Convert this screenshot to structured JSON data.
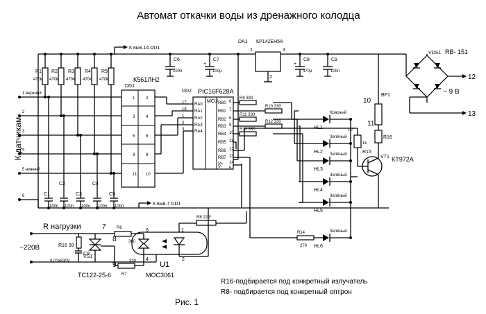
{
  "title": "Автомат откачки воды из дренажного колодца",
  "figure_caption": "Рис. 1",
  "notes": [
    "R16-подбирается под конкретный излучатель",
    "R8- подбирается под конкретный оптрон"
  ],
  "side_label": "К датчикам",
  "load_label": "R нагрузки",
  "mains_label": "~220В",
  "inputs": [
    "1 верхний",
    "2",
    "3",
    "4",
    "5 нижний",
    "6"
  ],
  "ics": {
    "dd1": "DD1",
    "dd1_type": "К561ЛН2",
    "dd2": "DD2",
    "dd2_type": "PIC16F628A",
    "mcu": "MCU",
    "da1": "DA1",
    "da1_type": "КР142ЕН5А",
    "vds1": "VDS1",
    "vds1_type": "RB- 151",
    "u1": "U1",
    "u1_type": "МОС3061",
    "vt1": "VT1",
    "vt1_type": "КТ972А",
    "vs1": "VS1",
    "vs1_type": "ТС122-25-6",
    "bf1": "BF1"
  },
  "bus_labels": {
    "top": "К выв.14 DD1",
    "bottom": "К выв.7 DD1"
  },
  "resistors": [
    {
      "name": "R1",
      "value": "470k"
    },
    {
      "name": "R2",
      "value": "470k"
    },
    {
      "name": "R3",
      "value": "470k"
    },
    {
      "name": "R4",
      "value": "470k"
    },
    {
      "name": "R5",
      "value": "470k"
    }
  ],
  "resistors_right": {
    "r8": "R8 220*",
    "r9": "R9 330",
    "r10": "R10 330",
    "r11": "R11 330",
    "r12": "R12 330",
    "r13": "R13 330",
    "r14": "R14",
    "r14v": "270",
    "r15": "R15",
    "r15v": "75*",
    "r16": "R16",
    "r16b": "R16 39",
    "r6": "R6",
    "r6v": "360",
    "r7": "R7",
    "r7v": "330",
    "r_unit": "1k"
  },
  "caps_bottom": [
    {
      "name": "C1",
      "value": "100n"
    },
    {
      "name": "C2",
      "value": "100n"
    },
    {
      "name": "C3",
      "value": "100n"
    },
    {
      "name": "C4",
      "value": "100n"
    },
    {
      "name": "C5",
      "value": "100n"
    }
  ],
  "caps_top": {
    "c6": "C6",
    "c6v": "100n",
    "c7": "C7",
    "c7v": "100µ",
    "c8": "C8",
    "c8v": "470µ",
    "c9": "C9",
    "c9v": "100n"
  },
  "c9_snub": "C9",
  "c9_snub_value": "0,01х630V",
  "pins_dd1": [
    "1",
    "2",
    "3",
    "4",
    "5",
    "6",
    "9",
    "8",
    "11",
    "10"
  ],
  "dd2_ports_left": [
    "RA0",
    "RA1",
    "RA2",
    "RA3",
    "RA4"
  ],
  "dd2_pins_left": [
    "17",
    "18",
    "1",
    "2",
    "3"
  ],
  "dd2_ports_right": [
    "RB0",
    "RB1",
    "RB2",
    "RB3",
    "RB4",
    "RB5",
    "RB6",
    "RB7",
    "V+",
    "V-"
  ],
  "dd2_pins_right": [
    "6",
    "7",
    "8",
    "9",
    "10",
    "11",
    "12",
    "13",
    "14",
    "5"
  ],
  "da1_pins": [
    "1",
    "2",
    "3"
  ],
  "leds": [
    {
      "name": "HL1",
      "color": "Красный"
    },
    {
      "name": "HL2",
      "color": "Зелёный"
    },
    {
      "name": "HL3",
      "color": "Зелёный"
    },
    {
      "name": "HL4",
      "color": "Зелёный"
    },
    {
      "name": "HL5",
      "color": "Зелёный"
    },
    {
      "name": "HL6",
      "color": "Зелёный"
    }
  ],
  "terminals": {
    "t10": "10",
    "t11": "11",
    "t12": "12",
    "t13": "13",
    "ac": "~ 9 В"
  },
  "node_numbers": {
    "n7": "7",
    "n8": "8",
    "n9": "9",
    "u1_1": "1",
    "u1_2": "2",
    "u1_4": "4",
    "u1_6": "6"
  }
}
